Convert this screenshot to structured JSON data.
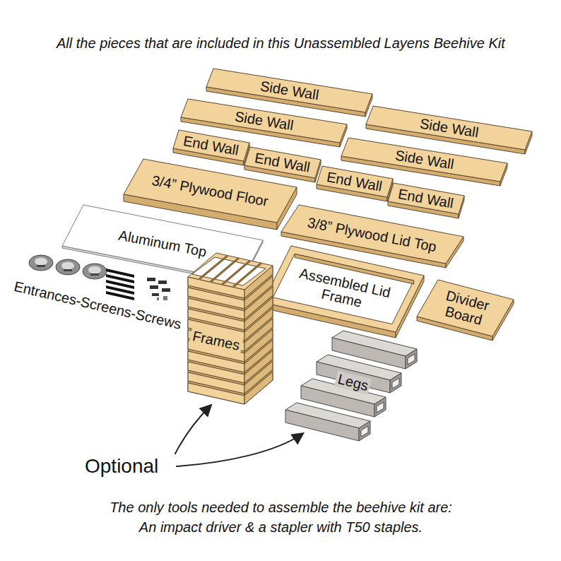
{
  "diagram": {
    "title": "All the pieces that are included in this Unassembled Layens Beehive Kit",
    "caption": "The only tools needed to assemble the beehive kit are: An impact driver & a stapler with T50 staples.",
    "nodes": [
      {
        "text": [
          "Side Wall"
        ]
      },
      {
        "text": [
          "Side Wall"
        ]
      },
      {
        "text": [
          "Side Wall"
        ]
      },
      {
        "text": [
          "End Wall"
        ]
      },
      {
        "text": [
          "Side Wall"
        ]
      },
      {
        "text": [
          "End Wall"
        ]
      },
      {
        "text": [
          "3/4” Plywood Floor"
        ]
      },
      {
        "text": [
          "End Wall"
        ]
      },
      {
        "text": [
          "End Wall"
        ]
      },
      {
        "text": [
          "Aluminum Top"
        ]
      },
      {
        "text": [
          "3/8” Plywood Lid Top"
        ]
      },
      {
        "text": [
          "Assembled Lid Frame"
        ]
      },
      {
        "text": [
          "Divider Board"
        ]
      }
    ],
    "labels": [
      "Entrances-Screens-Screws",
      "Frames",
      "Legs",
      "Optional"
    ]
  }
}
